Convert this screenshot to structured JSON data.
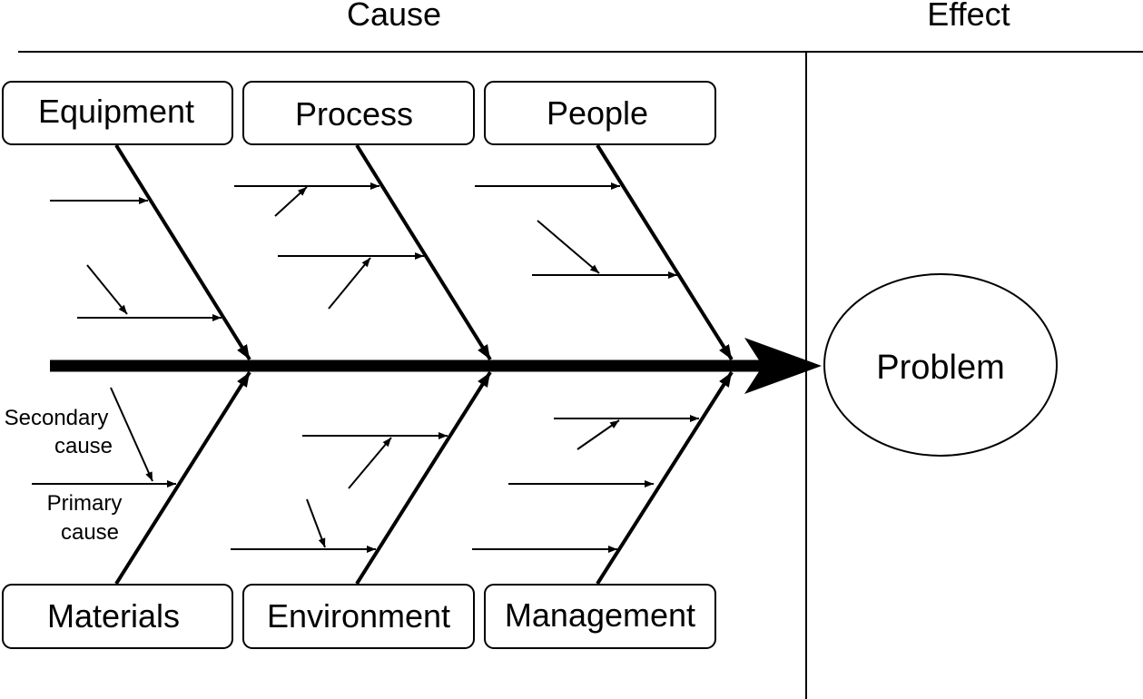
{
  "headers": {
    "cause": "Cause",
    "effect": "Effect"
  },
  "categories": {
    "top": [
      "Equipment",
      "Process",
      "People"
    ],
    "bottom": [
      "Materials",
      "Environment",
      "Management"
    ]
  },
  "effect": "Problem",
  "annotations": {
    "secondary_cause": [
      "Secondary",
      "cause"
    ],
    "primary_cause": [
      "Primary",
      "cause"
    ]
  }
}
